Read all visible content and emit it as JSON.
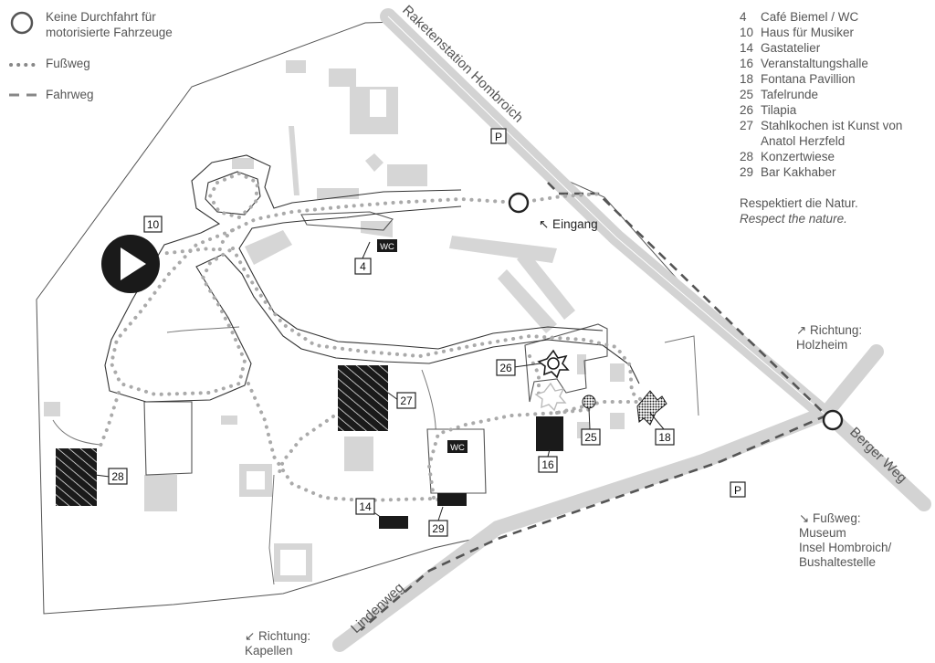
{
  "map_key": {
    "no_vehicles": "Keine Durchfahrt für motorisierte Fahrzeuge",
    "footpath": "Fußweg",
    "driveway": "Fahrweg"
  },
  "legend": [
    {
      "num": "4",
      "label": "Café Biemel / WC"
    },
    {
      "num": "10",
      "label": "Haus für Musiker"
    },
    {
      "num": "14",
      "label": "Gastatelier"
    },
    {
      "num": "16",
      "label": "Veranstaltungshalle"
    },
    {
      "num": "18",
      "label": "Fontana Pavillion"
    },
    {
      "num": "25",
      "label": "Tafelrunde"
    },
    {
      "num": "26",
      "label": "Tilapia"
    },
    {
      "num": "27",
      "label": "Stahlkochen ist Kunst von"
    },
    {
      "num": "",
      "label": "Anatol Herzfeld"
    },
    {
      "num": "28",
      "label": "Konzertwiese"
    },
    {
      "num": "29",
      "label": "Bar Kakhaber"
    }
  ],
  "notice": {
    "de": "Respektiert die Natur.",
    "en": "Respect the nature."
  },
  "roads": {
    "raketenstation": "Raketenstation Hombroich",
    "berger_weg": "Berger Weg",
    "lindenweg": "Lindenweg"
  },
  "directions": {
    "entrance": "↖ Eingang",
    "holzheim_1": "↗ Richtung:",
    "holzheim_2": "Holzheim",
    "kapellen_1": "↙ Richtung:",
    "kapellen_2": "Kapellen",
    "museum_1": "↘ Fußweg:",
    "museum_2": "Museum",
    "museum_3": "Insel Hombroich/",
    "museum_4": "Bushaltestelle"
  },
  "markers": {
    "parking": "P",
    "wc": "WC",
    "n4": "4",
    "n10": "10",
    "n14": "14",
    "n16": "16",
    "n18": "18",
    "n25": "25",
    "n26": "26",
    "n27": "27",
    "n28": "28",
    "n29": "29"
  },
  "colors": {
    "building_light": "#d6d6d6",
    "outline": "#555555",
    "dark": "#1a1a1a",
    "path_dots": "#b0b0b0"
  }
}
